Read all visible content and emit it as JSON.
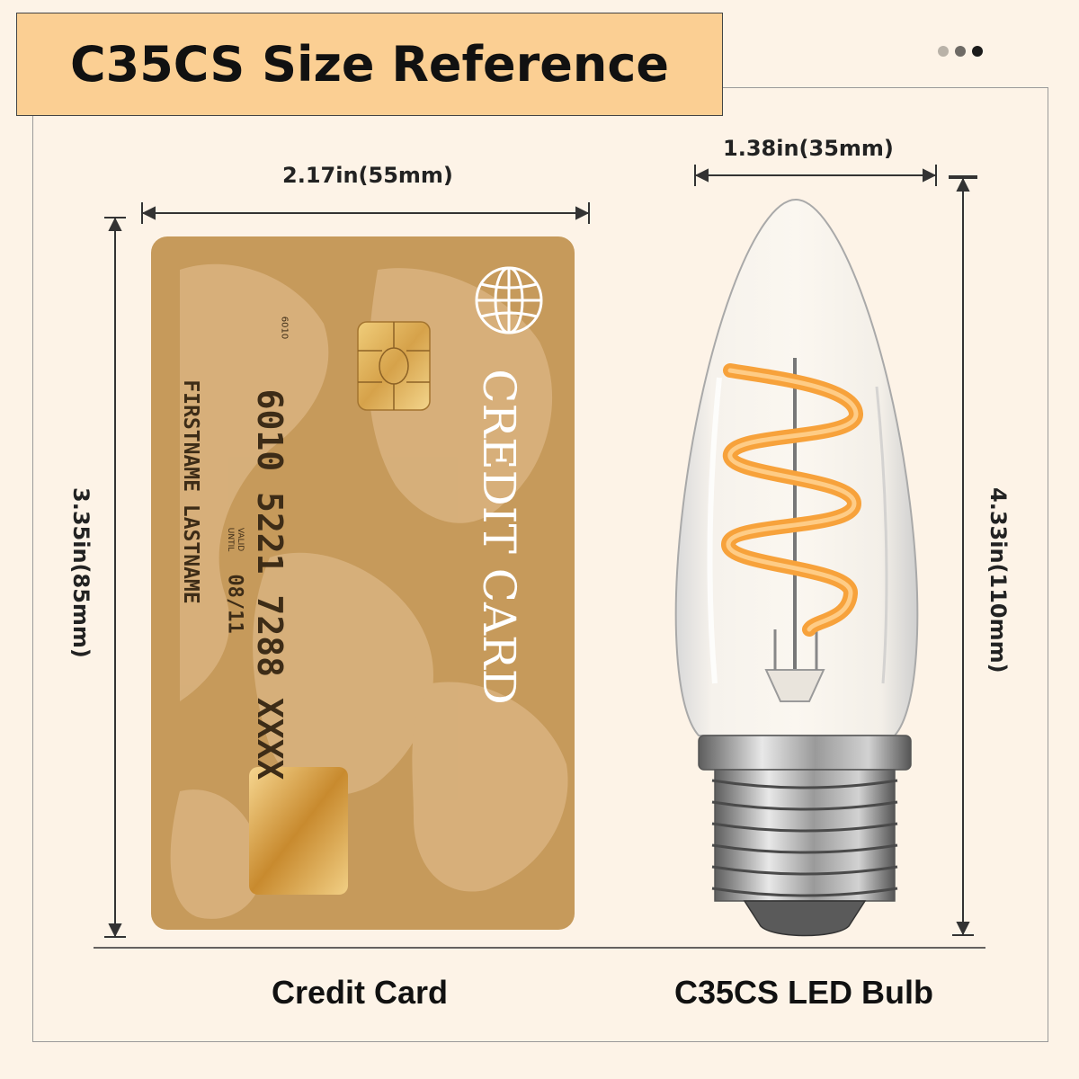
{
  "title": "C35CS Size Reference",
  "card": {
    "dimension_width": "2.17in(55mm)",
    "dimension_height": "3.35in(85mm)",
    "caption": "Credit Card",
    "brand_text": "CREDIT CARD",
    "number": "6010 5221 7288 XXXX",
    "small_code": "6010",
    "valid_label_1": "VALID",
    "valid_label_2": "UNTIL",
    "expiry": "08/11",
    "holder_name": "FIRSTNAME LASTNAME"
  },
  "bulb": {
    "dimension_width": "1.38in(35mm)",
    "dimension_height": "4.33in(110mm)",
    "caption": "C35CS LED Bulb"
  },
  "colors": {
    "page_bg": "#fdf3e7",
    "title_bg": "#fbcf93",
    "card_base": "#c69a5b",
    "card_map": "#d9b380",
    "filament": "#f7a23b",
    "dot_light": "#b9b2a8",
    "dot_mid": "#6e6a65",
    "dot_dark": "#1b1b1b"
  }
}
